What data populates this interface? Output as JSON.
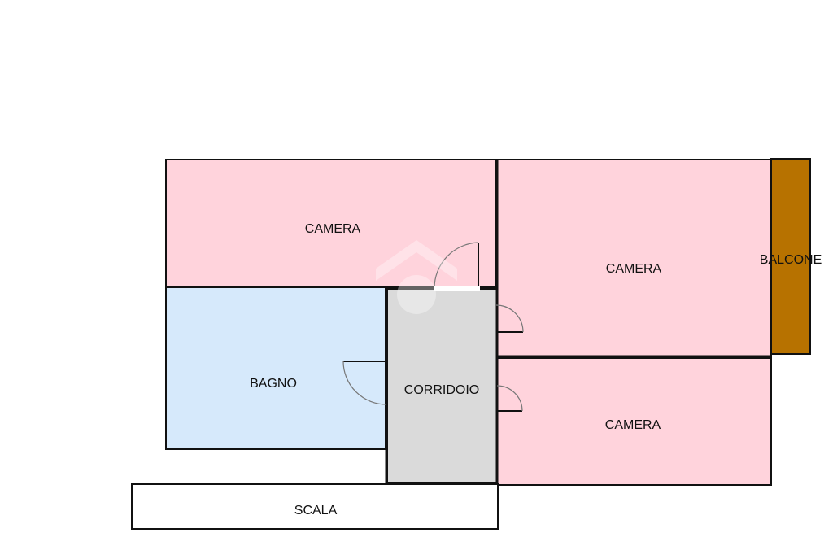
{
  "colors": {
    "bedroom": "#ffd3dc",
    "bathroom": "#d6e9fb",
    "corridor": "#dadada",
    "balcony": "#b77200",
    "stairs": "#ffffff"
  },
  "rooms": {
    "camera_top": {
      "label": "CAMERA"
    },
    "camera_right": {
      "label": "CAMERA"
    },
    "camera_bottom": {
      "label": "CAMERA"
    },
    "bagno": {
      "label": "BAGNO"
    },
    "corridoio": {
      "label": "CORRIDOIO"
    },
    "balcone": {
      "label": "BALCONE"
    },
    "scala": {
      "label": "SCALA"
    }
  }
}
